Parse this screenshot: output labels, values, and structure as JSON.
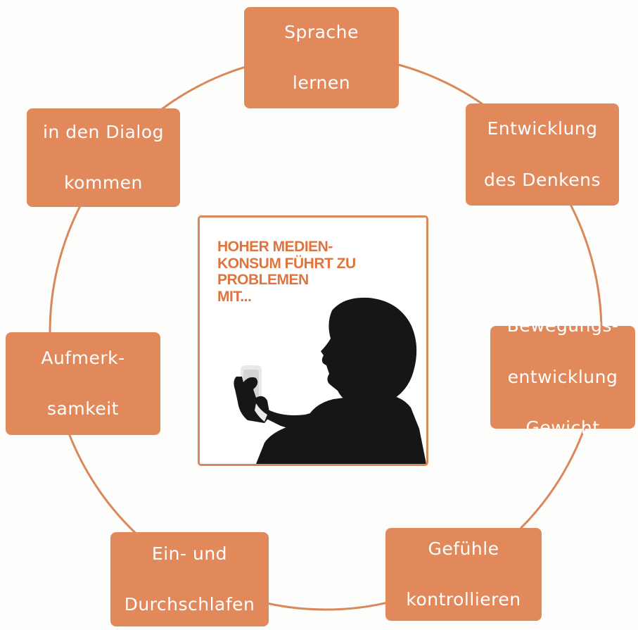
{
  "colors": {
    "node_fill": "#e2895b",
    "ring": "#d9885a",
    "title": "#e0743f",
    "silhouette": "#161616",
    "phone": "#e9e9e9"
  },
  "center": {
    "title": "HOHER MEDIEN-\nKONSUM FÜHRT ZU\nPROBLEMEN\nMIT...",
    "image_icon": "child-with-smartphone-silhouette"
  },
  "nodes": [
    {
      "id": "sprache",
      "lines": [
        "Sprache",
        "lernen"
      ]
    },
    {
      "id": "denken",
      "lines": [
        "Entwicklung",
        "des Denkens"
      ]
    },
    {
      "id": "bewegung",
      "lines": [
        "Bewegungs-",
        "entwicklung",
        "Gewicht"
      ]
    },
    {
      "id": "gefuehle",
      "lines": [
        "Gefühle",
        "kontrollieren"
      ]
    },
    {
      "id": "schlafen",
      "lines": [
        "Ein- und",
        "Durchschlafen"
      ]
    },
    {
      "id": "aufmerksamkeit",
      "lines": [
        "Aufmerk-",
        "samkeit"
      ]
    },
    {
      "id": "dialog",
      "lines": [
        "in den Dialog",
        "kommen"
      ]
    }
  ]
}
